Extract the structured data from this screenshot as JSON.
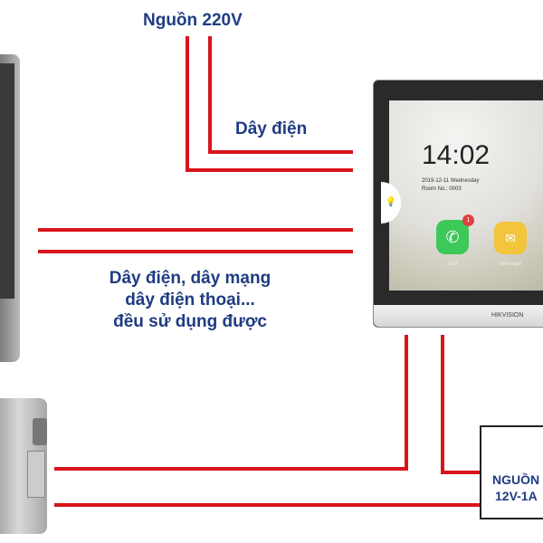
{
  "labels": {
    "power_220": "Nguồn 220V",
    "wire": "Dây điện",
    "cable_note": [
      "Dây điện, dây mạng",
      "dây điện thoại...",
      "đều sử dụng được"
    ],
    "psu": [
      "NGUỒN",
      "12V-1A"
    ]
  },
  "monitor": {
    "time": "14:02",
    "date": "2019-12-11 Wednesday",
    "room": "Room No.: 0003",
    "apps": [
      {
        "label": "Call",
        "icon": "phone-icon",
        "badge": "1",
        "color": "#3dc85a"
      },
      {
        "label": "Message",
        "icon": "envelope-icon",
        "color": "#f2c53a"
      }
    ],
    "brand": "HIKVISION"
  },
  "colors": {
    "wire": "#d8141c",
    "text": "#1f3c82"
  }
}
